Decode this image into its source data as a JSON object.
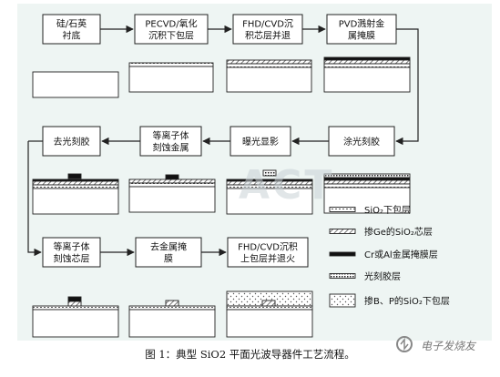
{
  "steps": [
    {
      "label": "硅/石英\n衬底"
    },
    {
      "label": "PECVD/氧化\n沉积下包层"
    },
    {
      "label": "FHD/CVD沉\n积芯层并退"
    },
    {
      "label": "PVD溅射金\n属掩膜"
    },
    {
      "label": "涂光刻胶"
    },
    {
      "label": "曝光显影"
    },
    {
      "label": "等离子体\n刻蚀金属"
    },
    {
      "label": "去光刻胶"
    },
    {
      "label": "等离子体\n刻蚀芯层"
    },
    {
      "label": "去金属掩\n膜"
    },
    {
      "label": "FHD/CVD沉积\n上包层并退火"
    }
  ],
  "legend": [
    {
      "pattern": "lower-cladding",
      "label": "SiO₂下包层"
    },
    {
      "pattern": "ge-core",
      "label": "掺Ge的SiO₂芯层"
    },
    {
      "pattern": "metal-mask",
      "label": "Cr或Al金属掩膜层"
    },
    {
      "pattern": "photoresist",
      "label": "光刻胶层"
    },
    {
      "pattern": "bp-upper-cladding",
      "label": "掺B、P的SiO₂下包层"
    }
  ],
  "watermark": "ACT",
  "caption": "图 1：典型 SiO2 平面光波导器件工艺流程。",
  "logo_text": "电子发烧友"
}
